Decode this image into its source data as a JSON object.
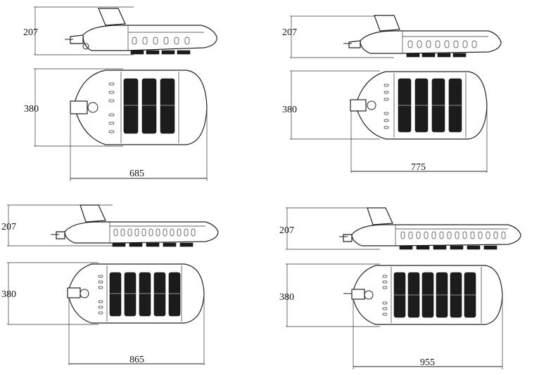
{
  "drawings": [
    {
      "id": "fixture-1",
      "height_label": "207",
      "width_label": "380",
      "length_label": "685",
      "module_columns": 3,
      "side_fins": 6
    },
    {
      "id": "fixture-2",
      "height_label": "207",
      "width_label": "380",
      "length_label": "775",
      "module_columns": 4,
      "side_fins": 8
    },
    {
      "id": "fixture-3",
      "height_label": "207",
      "width_label": "380",
      "length_label": "865",
      "module_columns": 5,
      "side_fins": 12
    },
    {
      "id": "fixture-4",
      "height_label": "207",
      "width_label": "380",
      "length_label": "955",
      "module_columns": 6,
      "side_fins": 14
    }
  ]
}
